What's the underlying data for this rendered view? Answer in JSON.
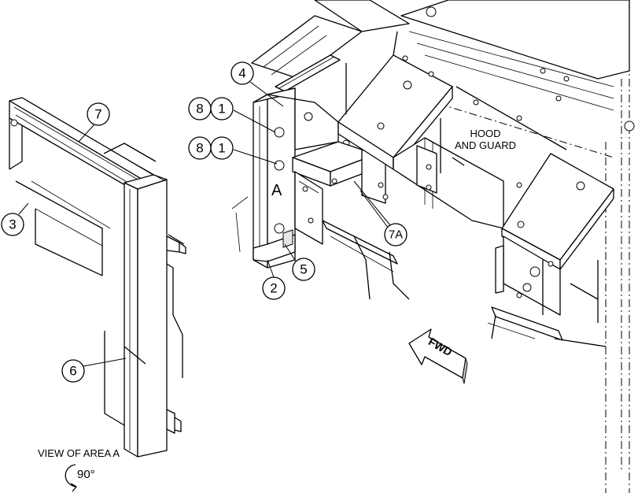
{
  "callouts": {
    "c7": "7",
    "c3": "3",
    "c6": "6",
    "c4": "4",
    "c8a": "8",
    "c1a": "1",
    "c8b": "8",
    "c1b": "1",
    "c2": "2",
    "c5": "5",
    "c7a": "7A"
  },
  "labels": {
    "area_letter": "A",
    "hood_line1": "HOOD",
    "hood_line2": "AND GUARD",
    "direction": "FWD",
    "view_note": "VIEW OF AREA A",
    "rotation": "90°"
  }
}
